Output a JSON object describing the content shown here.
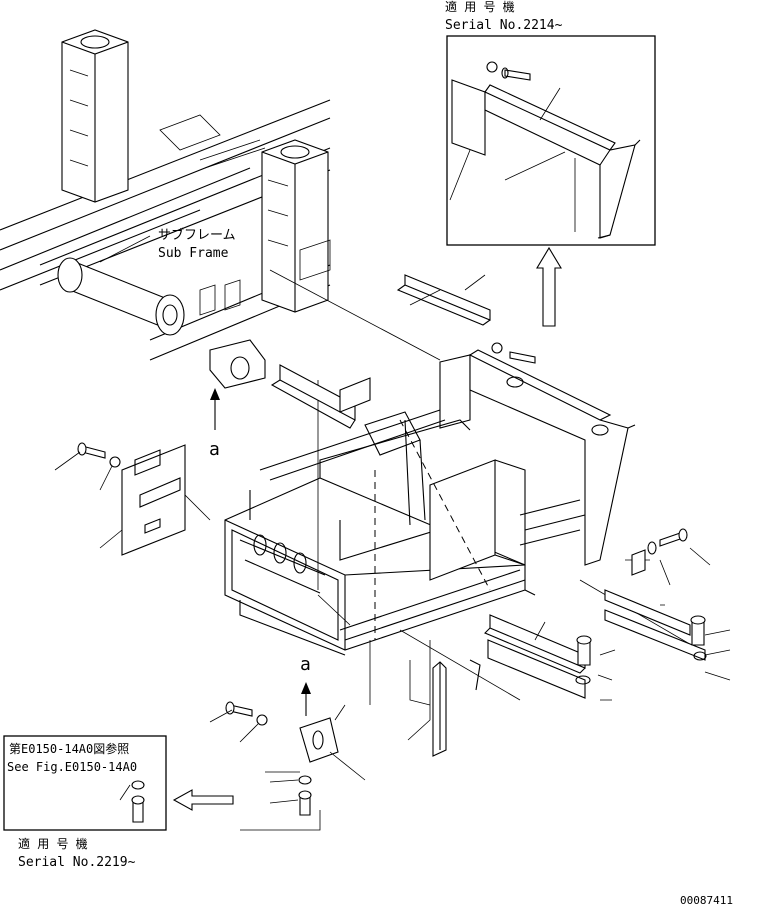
{
  "labels": {
    "top_right_jp": "適 用 号 機",
    "top_right_serial": "Serial No.2214~",
    "subframe_jp": "サブフレーム",
    "subframe_en": "Sub Frame",
    "arrow_a_upper": "a",
    "arrow_a_lower": "a",
    "ref_jp": "第E0150-14A0図参照",
    "ref_en": "See Fig.E0150-14A0",
    "bottom_left_jp": "適 用 号 機",
    "bottom_left_serial": "Serial No.2219~",
    "drawing_number": "00087411"
  }
}
